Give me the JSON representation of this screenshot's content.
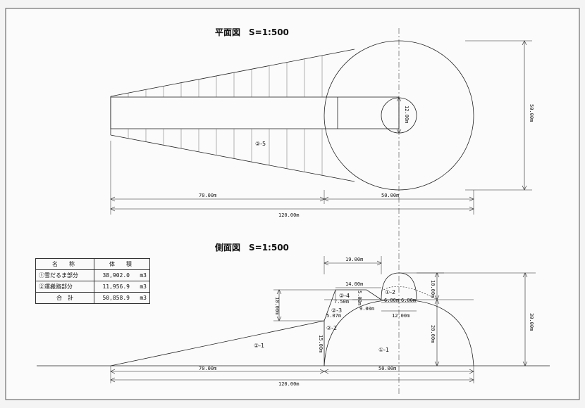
{
  "plan": {
    "title": "平面図　S=1:500",
    "dims": {
      "d70": "70.00m",
      "d50": "50.00m",
      "d120": "120.00m",
      "d12": "12.00m",
      "d50v": "50.00m"
    },
    "zone_label": "②-5"
  },
  "side": {
    "title": "側面図　S=1:500",
    "dims": {
      "d19": "19.00m",
      "d14": "14.00m",
      "d10_left": "10.00m",
      "d7_5": "7.50m",
      "d5_07": "5.07m",
      "d9": "9.00m",
      "d5": "5.00m",
      "d6a": "6.00m",
      "d6b": "6.00m",
      "d12": "12.00m",
      "d10_right": "10.00m",
      "d20": "20.00m",
      "d30": "30.00m",
      "d15": "15.00m",
      "d70": "70.00m",
      "d50": "50.00m",
      "d120": "120.00m"
    },
    "zones": {
      "z11": "①-1",
      "z12": "①-2",
      "z21": "②-1",
      "z22": "②-2",
      "z23": "②-3",
      "z24": "②-4"
    }
  },
  "volume_table": {
    "headers": [
      "名　称",
      "体　積"
    ],
    "rows": [
      {
        "name": "①雪だるま部分",
        "value": "38,902.0",
        "unit": "m3"
      },
      {
        "name": "②運搬路部分",
        "value": "11,956.9",
        "unit": "m3"
      },
      {
        "name": "合　計",
        "value": "50,858.9",
        "unit": "m3"
      }
    ]
  }
}
